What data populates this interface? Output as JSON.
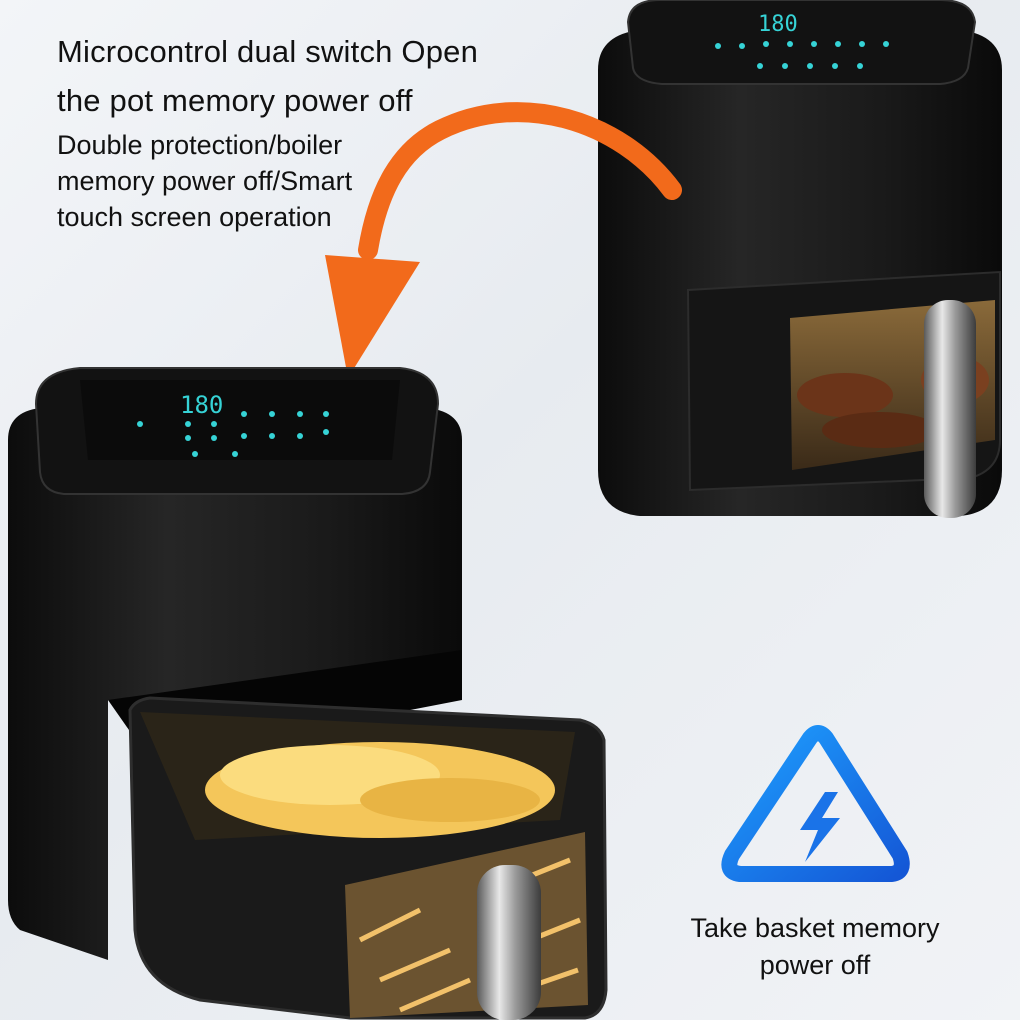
{
  "headline": {
    "lines": [
      "Microcontrol dual switch Open",
      "the pot memory power off"
    ]
  },
  "description": {
    "lines": [
      "Double protection/boiler",
      "memory power off/Smart",
      "touch screen operation"
    ]
  },
  "caption": {
    "lines": [
      "Take basket memory",
      "power off"
    ]
  },
  "display": {
    "large_fryer": "180",
    "small_fryer": "180"
  },
  "icons": {
    "power_warning": "lightning-triangle-icon",
    "arrow": "curved-arrow-icon"
  },
  "colors": {
    "arrow": "#f26a1b",
    "power_icon": "#1a73e8",
    "display_digits": "#36d3d6",
    "appliance_body": "#1c1c1c"
  }
}
